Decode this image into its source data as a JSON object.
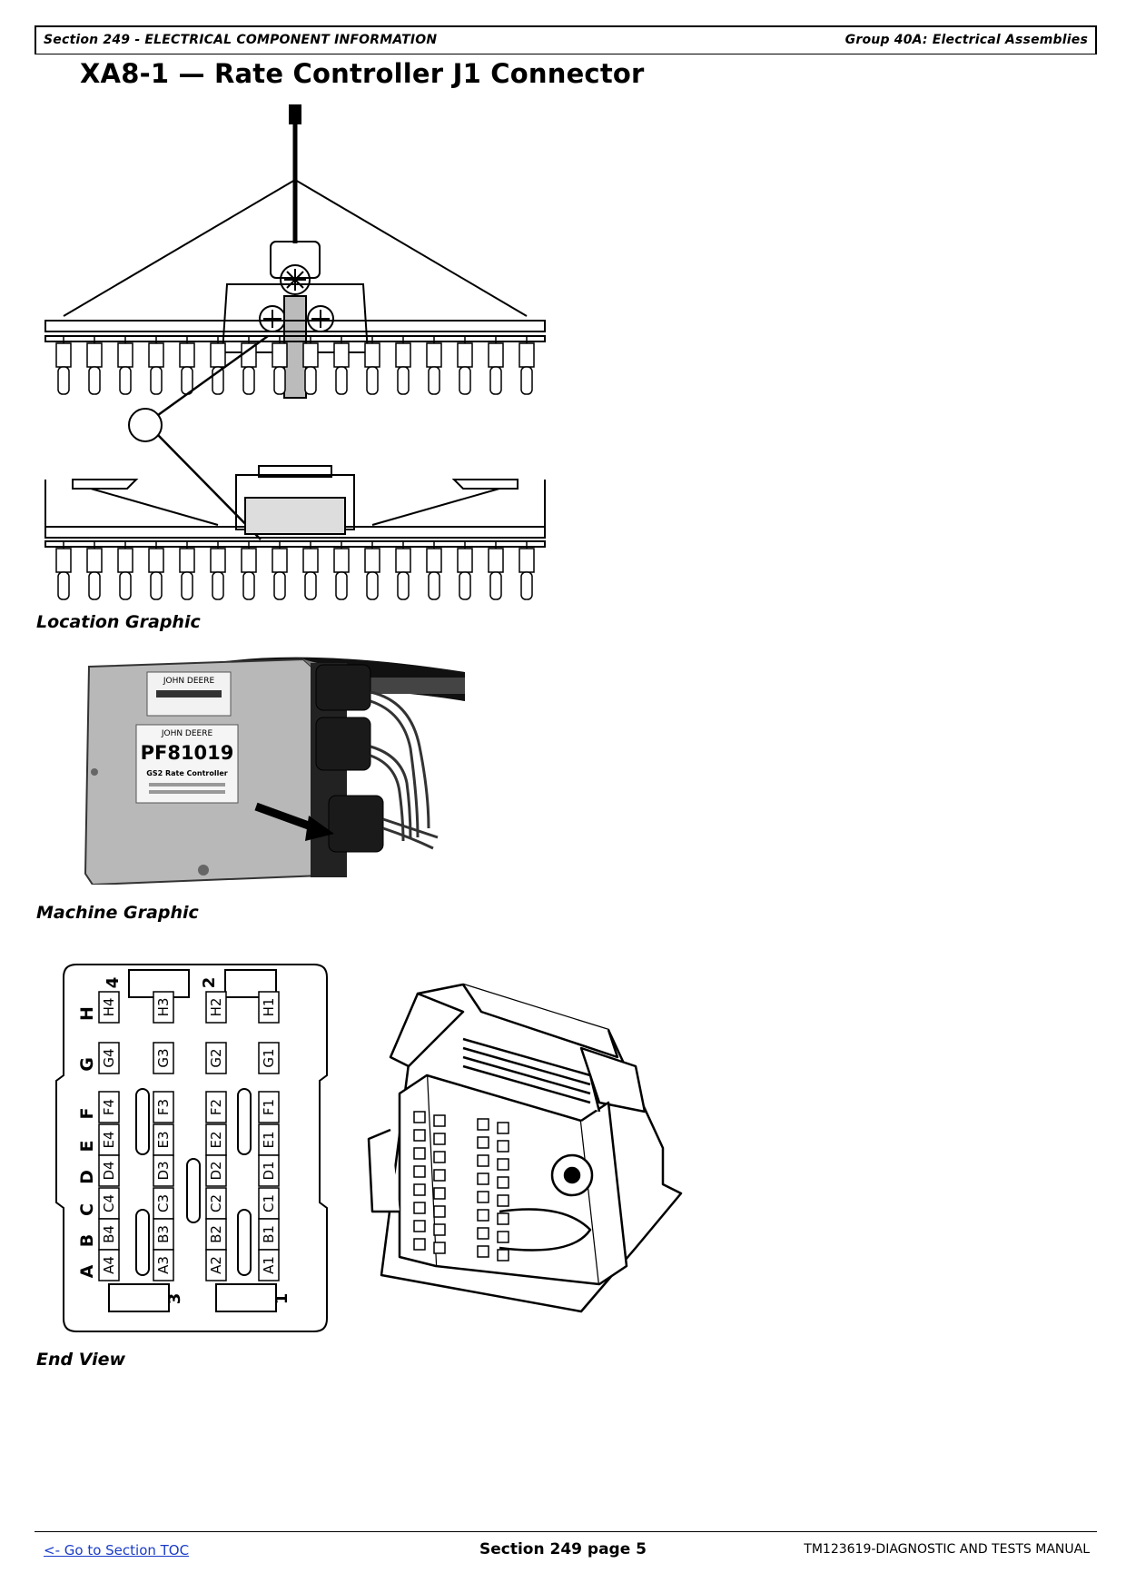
{
  "header": {
    "left": "Section 249 - ELECTRICAL COMPONENT INFORMATION",
    "right": "Group 40A: Electrical Assemblies"
  },
  "title": "XA8-1 — Rate Controller J1 Connector",
  "captions": {
    "location": "Location Graphic",
    "machine": "Machine Graphic",
    "end_view": "End View"
  },
  "machine_photo": {
    "label_brand_top": "JOHN DEERE",
    "label_brand_main": "JOHN DEERE",
    "part_number": "PF81019",
    "product_name": "GS2 Rate Controller"
  },
  "connector": {
    "rows": [
      "H",
      "G",
      "F",
      "E",
      "D",
      "C",
      "B",
      "A"
    ],
    "pins": [
      [
        "H4",
        "H3",
        "H2",
        "H1"
      ],
      [
        "G4",
        "G3",
        "G2",
        "G1"
      ],
      [
        "F4",
        "F3",
        "F2",
        "F1"
      ],
      [
        "E4",
        "E3",
        "E2",
        "E1"
      ],
      [
        "D4",
        "D3",
        "D2",
        "D1"
      ],
      [
        "C4",
        "C3",
        "C2",
        "C1"
      ],
      [
        "B4",
        "B3",
        "B2",
        "B1"
      ],
      [
        "A4",
        "A3",
        "A2",
        "A1"
      ]
    ],
    "col_top_labels": [
      "4",
      "2"
    ],
    "col_bottom_labels": [
      "3",
      "1"
    ]
  },
  "footer": {
    "toc_link": "<- Go to Section TOC",
    "page": "Section 249 page 5",
    "manual": "TM123619-DIAGNOSTIC AND TESTS MANUAL"
  }
}
